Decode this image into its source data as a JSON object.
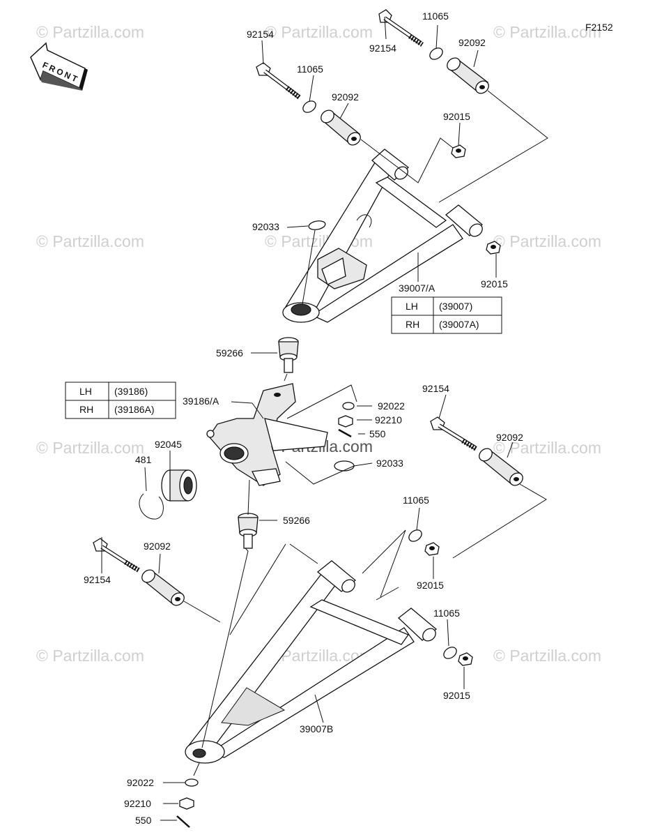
{
  "figure_id": "F2152",
  "front_arrow_label": "FRONT",
  "watermark": "© Partzilla.com",
  "center_watermark": "© Partzilla.com",
  "labels": {
    "p92154_a": "92154",
    "p11065_a": "11065",
    "p92154_b": "92154",
    "p11065_b": "11065",
    "p92092_a": "92092",
    "p92092_b": "92092",
    "p92015_a": "92015",
    "p92033_a": "92033",
    "p92015_b": "92015",
    "p39007a": "39007/A",
    "p59266_a": "59266",
    "p39186a": "39186/A",
    "p92022_a": "92022",
    "p92210_a": "92210",
    "p550_a": "550",
    "p92033_b": "92033",
    "p92154_c": "92154",
    "p92092_c": "92092",
    "p92045": "92045",
    "p481": "481",
    "p59266_b": "59266",
    "p11065_c": "11065",
    "p92154_d": "92154",
    "p92092_d": "92092",
    "p92015_c": "92015",
    "p11065_d": "11065",
    "p92015_d": "92015",
    "p39007b": "39007B",
    "p92022_b": "92022",
    "p92210_b": "92210",
    "p550_b": "550"
  },
  "table_upper_arm": {
    "rows": [
      {
        "side": "LH",
        "part": "(39007)"
      },
      {
        "side": "RH",
        "part": "(39007A)"
      }
    ]
  },
  "table_knuckle": {
    "rows": [
      {
        "side": "LH",
        "part": "(39186)"
      },
      {
        "side": "RH",
        "part": "(39186A)"
      }
    ]
  }
}
